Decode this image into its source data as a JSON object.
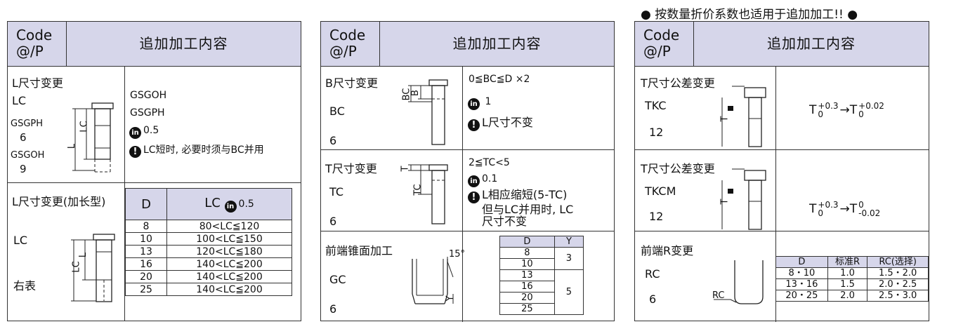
{
  "note": "● 按数量折价系数也适用于追加加工!! ●",
  "header": {
    "code": "Code\n@/P",
    "code_line1": "Code",
    "code_line2": "@/P",
    "title": "追加加工内容"
  },
  "panel1": {
    "row1": {
      "name": "L尺寸变更",
      "code": "LC",
      "variants": [
        "GSGPH",
        "6",
        "GSGOH",
        "9"
      ],
      "desc_lines": [
        "GSGOH",
        "GSGPH"
      ],
      "days": "0.5",
      "warning": "LC短时, 必要时须与BC并用",
      "dims": [
        "LC",
        "L"
      ]
    },
    "row2": {
      "name": "L尺寸变更(加长型)",
      "code": "LC",
      "note": "右表",
      "dims": [
        "LC",
        "L"
      ],
      "table": {
        "col_d": "D",
        "col_lc": "LC",
        "col_lc_days": "0.5",
        "rows": [
          {
            "d": "8",
            "lc": "80<LC≦120"
          },
          {
            "d": "10",
            "lc": "100<LC≦150"
          },
          {
            "d": "13",
            "lc": "120<LC≦180"
          },
          {
            "d": "16",
            "lc": "140<LC≦200"
          },
          {
            "d": "20",
            "lc": "140<LC≦200"
          },
          {
            "d": "25",
            "lc": "140<LC≦200"
          }
        ]
      }
    }
  },
  "panel2": {
    "row1": {
      "name": "B尺寸变更",
      "code": "BC",
      "days_code": "6",
      "cond": "0≦BC≦D ×2",
      "days": "1",
      "warning": "L尺寸不变",
      "dims": [
        "BC",
        "B"
      ]
    },
    "row2": {
      "name": "T尺寸变更",
      "code": "TC",
      "days_code": "6",
      "cond": "2≦TC<5",
      "days": "0.1",
      "warning_lines": [
        "L相应缩短(5-TC)",
        "但与LC并用时, LC",
        "尺寸不变"
      ],
      "dims": [
        "T",
        "TC"
      ]
    },
    "row3": {
      "name": "前端锥面加工",
      "code": "GC",
      "days_code": "6",
      "angle": "15°",
      "dim": "Y",
      "table": {
        "col_d": "D",
        "col_y": "Y",
        "d_values": [
          "8",
          "10",
          "13",
          "16",
          "20",
          "25"
        ],
        "y_values": [
          "3",
          "5"
        ]
      }
    }
  },
  "panel3": {
    "row1": {
      "name": "T尺寸公差变更",
      "code": "TKC",
      "days_code": "12",
      "dim": "T",
      "formula": {
        "base": "T",
        "from_upper": "+0.3",
        "from_lower": "0",
        "arrow": "→",
        "to_upper": "+0.02",
        "to_lower": "0"
      }
    },
    "row2": {
      "name": "T尺寸公差变更",
      "code": "TKCM",
      "days_code": "12",
      "dim": "T",
      "formula": {
        "base": "T",
        "from_upper": "+0.3",
        "from_lower": "0",
        "arrow": "→",
        "to_upper": "0",
        "to_lower": "-0.02"
      }
    },
    "row3": {
      "name": "前端R变更",
      "code": "RC",
      "days_code": "6",
      "dim": "RC",
      "table": {
        "headers": [
          "D",
          "标准R",
          "RC(选择)"
        ],
        "rows": [
          [
            "8・10",
            "1.0",
            "1.5・2.0"
          ],
          [
            "13・16",
            "1.5",
            "2.0・2.5"
          ],
          [
            "20・25",
            "2.0",
            "2.5・3.0"
          ]
        ]
      }
    }
  }
}
